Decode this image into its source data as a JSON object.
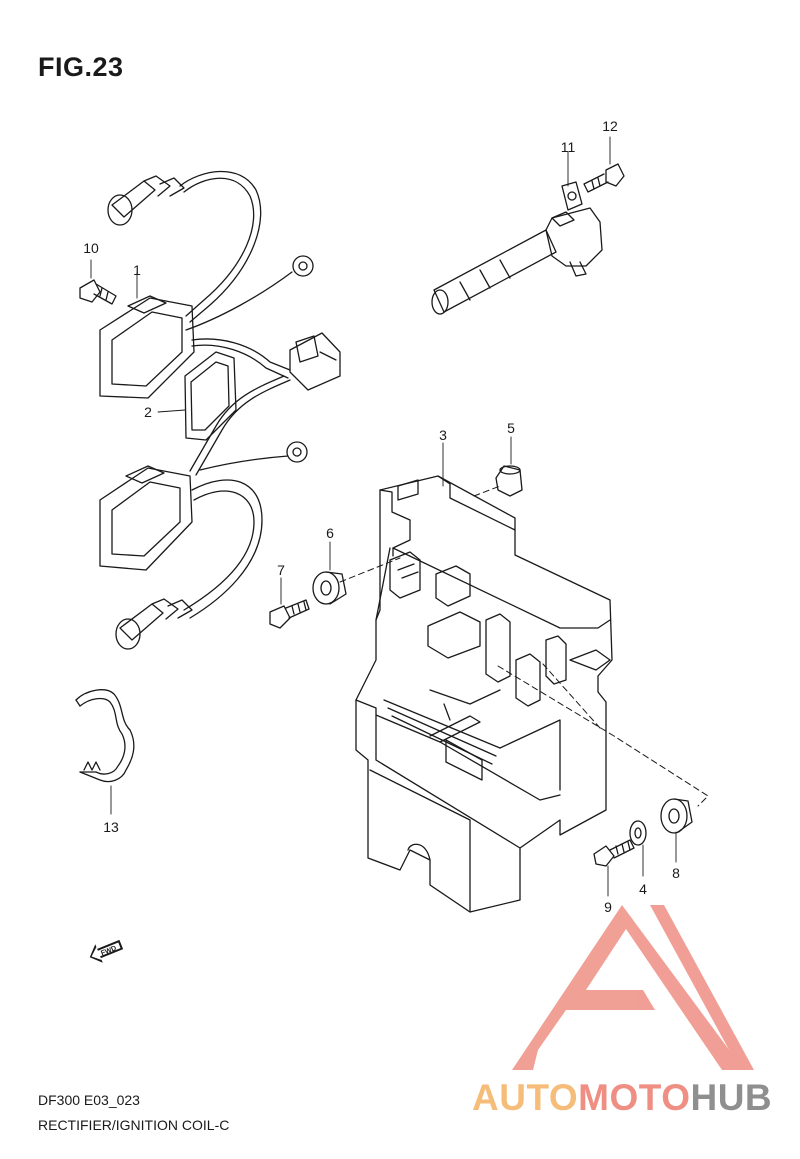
{
  "title": "FIG.23",
  "callouts": {
    "c1": "1",
    "c2": "2",
    "c3": "3",
    "c4": "4",
    "c5": "5",
    "c6": "6",
    "c7": "7",
    "c8": "8",
    "c9": "9",
    "c10": "10",
    "c11": "11",
    "c12": "12",
    "c13": "13"
  },
  "fwd_label": "FWD",
  "footer": {
    "code": "DF300 E03_023",
    "description": "RECTIFIER/IGNITION COIL-C"
  },
  "watermark": {
    "part1": "AUTO",
    "part2": "MOTO",
    "part3": "HUB",
    "color_auto": "#f6bd7a",
    "color_moto": "#ef8f84",
    "color_hub": "#8f8f8f"
  }
}
